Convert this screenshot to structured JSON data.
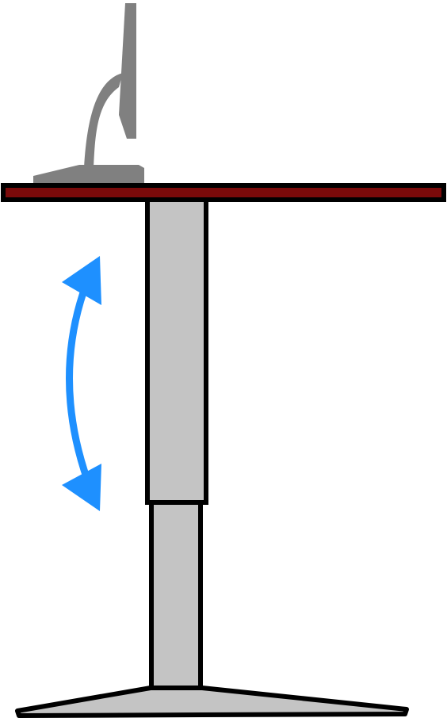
{
  "diagram": {
    "subject": "",
    "colors": {
      "background": "#ffffff",
      "outline": "#000000",
      "desktop_fill": "#7a0a0a",
      "column_fill": "#c4c4c4",
      "base_fill": "#c4c4c4",
      "monitor_fill": "#808080",
      "arrow": "#1e90ff"
    },
    "icons": {
      "monitor": "monitor-icon",
      "adjust_arrow": "double-headed-curved-arrow-icon"
    },
    "components": [
      "monitor",
      "desktop",
      "upper-column",
      "lower-column",
      "base",
      "height-adjust-arrow"
    ]
  }
}
